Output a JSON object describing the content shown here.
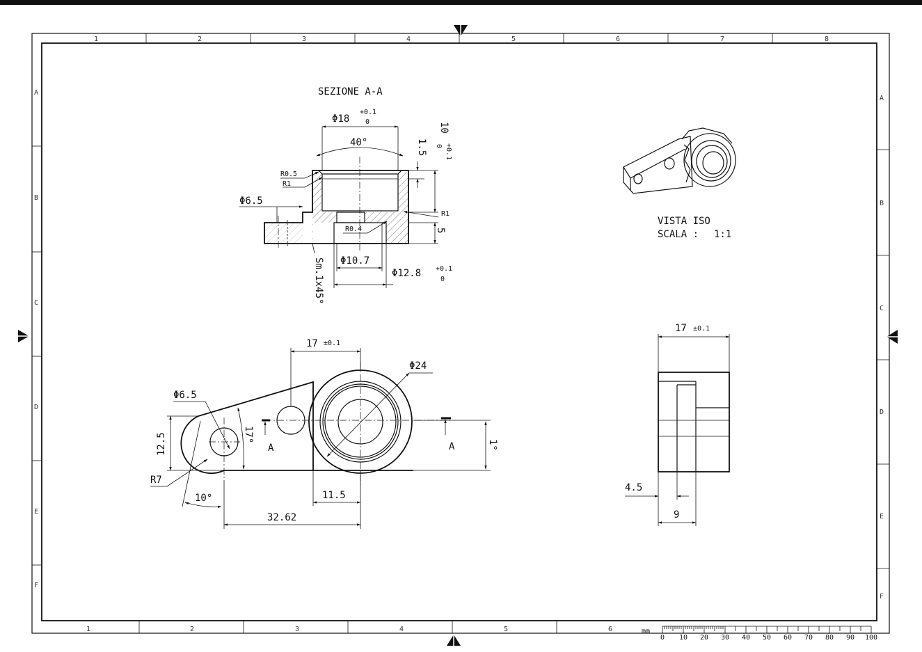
{
  "frame": {
    "zone_cols_top": [
      "1",
      "2",
      "3",
      "4",
      "5",
      "6",
      "7",
      "8"
    ],
    "zone_cols_bottom": [
      "1",
      "2",
      "3",
      "4",
      "5",
      "6"
    ],
    "zone_rows": [
      "A",
      "B",
      "C",
      "D",
      "E",
      "F"
    ]
  },
  "section_view": {
    "title": "SEZIONE A-A",
    "dims": {
      "bore_dia": "Φ18",
      "bore_tol_upper": "+0.1",
      "bore_tol_lower": "0",
      "angle": "40°",
      "height": "10",
      "height_tol_upper": "+0.1",
      "height_tol_lower": "0",
      "chamfer_depth": "1.5",
      "r05": "R0.5",
      "r1_left": "R1",
      "r1_right": "R1",
      "hole_dia": "Φ6.5",
      "r04": "R0.4",
      "step": "5",
      "inner_dia": "Φ10.7",
      "seat_dia": "Φ12.8",
      "seat_tol_upper": "+0.1",
      "seat_tol_lower": "0",
      "chamfer_note": "Sm.1x45°"
    }
  },
  "iso_view": {
    "title": "VISTA ISO",
    "scale_label": "SCALA :",
    "scale_value": "1:1"
  },
  "front_view": {
    "dims": {
      "center_dist": "17",
      "center_tol": "±0.1",
      "outer_dia": "Φ24",
      "hole_dia": "Φ6.5",
      "height": "12.5",
      "angle_17": "17°",
      "radius": "R7",
      "angle_10": "10°",
      "angle_1": "1°",
      "width_11_5": "11.5",
      "length": "32.62"
    },
    "section_mark_left": "A",
    "section_mark_right": "A"
  },
  "side_view": {
    "dims": {
      "width": "17",
      "width_tol": "±0.1",
      "offset": "4.5",
      "depth": "9"
    }
  },
  "scale_ruler": {
    "unit": "mm",
    "ticks": [
      "0",
      "10",
      "20",
      "30",
      "40",
      "50",
      "60",
      "70",
      "80",
      "90",
      "100"
    ]
  }
}
